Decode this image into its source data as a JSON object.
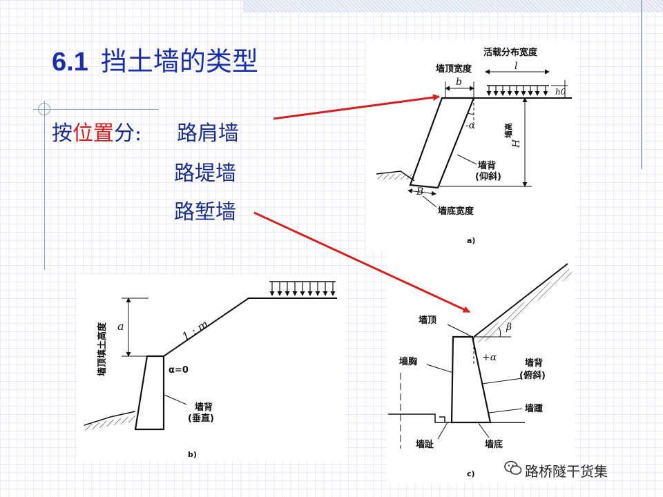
{
  "title": {
    "number": "6.1",
    "text": "挡土墙的类型"
  },
  "classification": {
    "prefix": "按",
    "keyword": "位置",
    "suffix": "分:",
    "items": [
      "路肩墙",
      "路堤墙",
      "路堑墙"
    ]
  },
  "figure_a": {
    "label": "a)",
    "top_width_label": "墙顶宽度",
    "top_width_symbol": "b",
    "load_width_label": "活载分布宽度",
    "load_width_symbol": "l",
    "h0_symbol": "h0",
    "height_label": "墙高",
    "height_symbol": "H",
    "angle_label": "-α",
    "back_label": "墙背",
    "back_type": "(仰斜)",
    "base_width_symbol": "B",
    "base_width_label": "墙底宽度"
  },
  "figure_b": {
    "label": "b)",
    "fill_height_label": "墙顶填土高度",
    "a_symbol": "a",
    "slope_label": "1 : m",
    "angle_label": "α=0",
    "back_label": "墙背",
    "back_type": "(垂直)"
  },
  "figure_c": {
    "label": "c)",
    "top_label": "墙顶",
    "chest_label": "墙胸",
    "beta_label": "β",
    "angle_label": "+α",
    "back_label": "墙背",
    "back_type": "(俯斜)",
    "heel_label": "墙踵",
    "toe_label": "墙趾",
    "base_label": "墙底"
  },
  "watermark": "路桥隧干货集",
  "colors": {
    "title": "#1a2ea8",
    "keyword": "#d42020",
    "arrow": "#d42020"
  }
}
